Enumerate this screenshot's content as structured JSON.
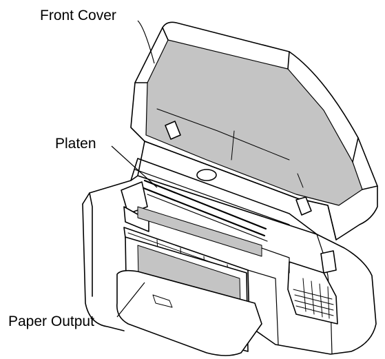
{
  "labels": {
    "front_cover": "Front Cover",
    "platen": "Platen",
    "paper_output": "Paper Output"
  },
  "colors": {
    "line": "#000000",
    "shade": "#c4c4c4",
    "body": "#ffffff"
  }
}
